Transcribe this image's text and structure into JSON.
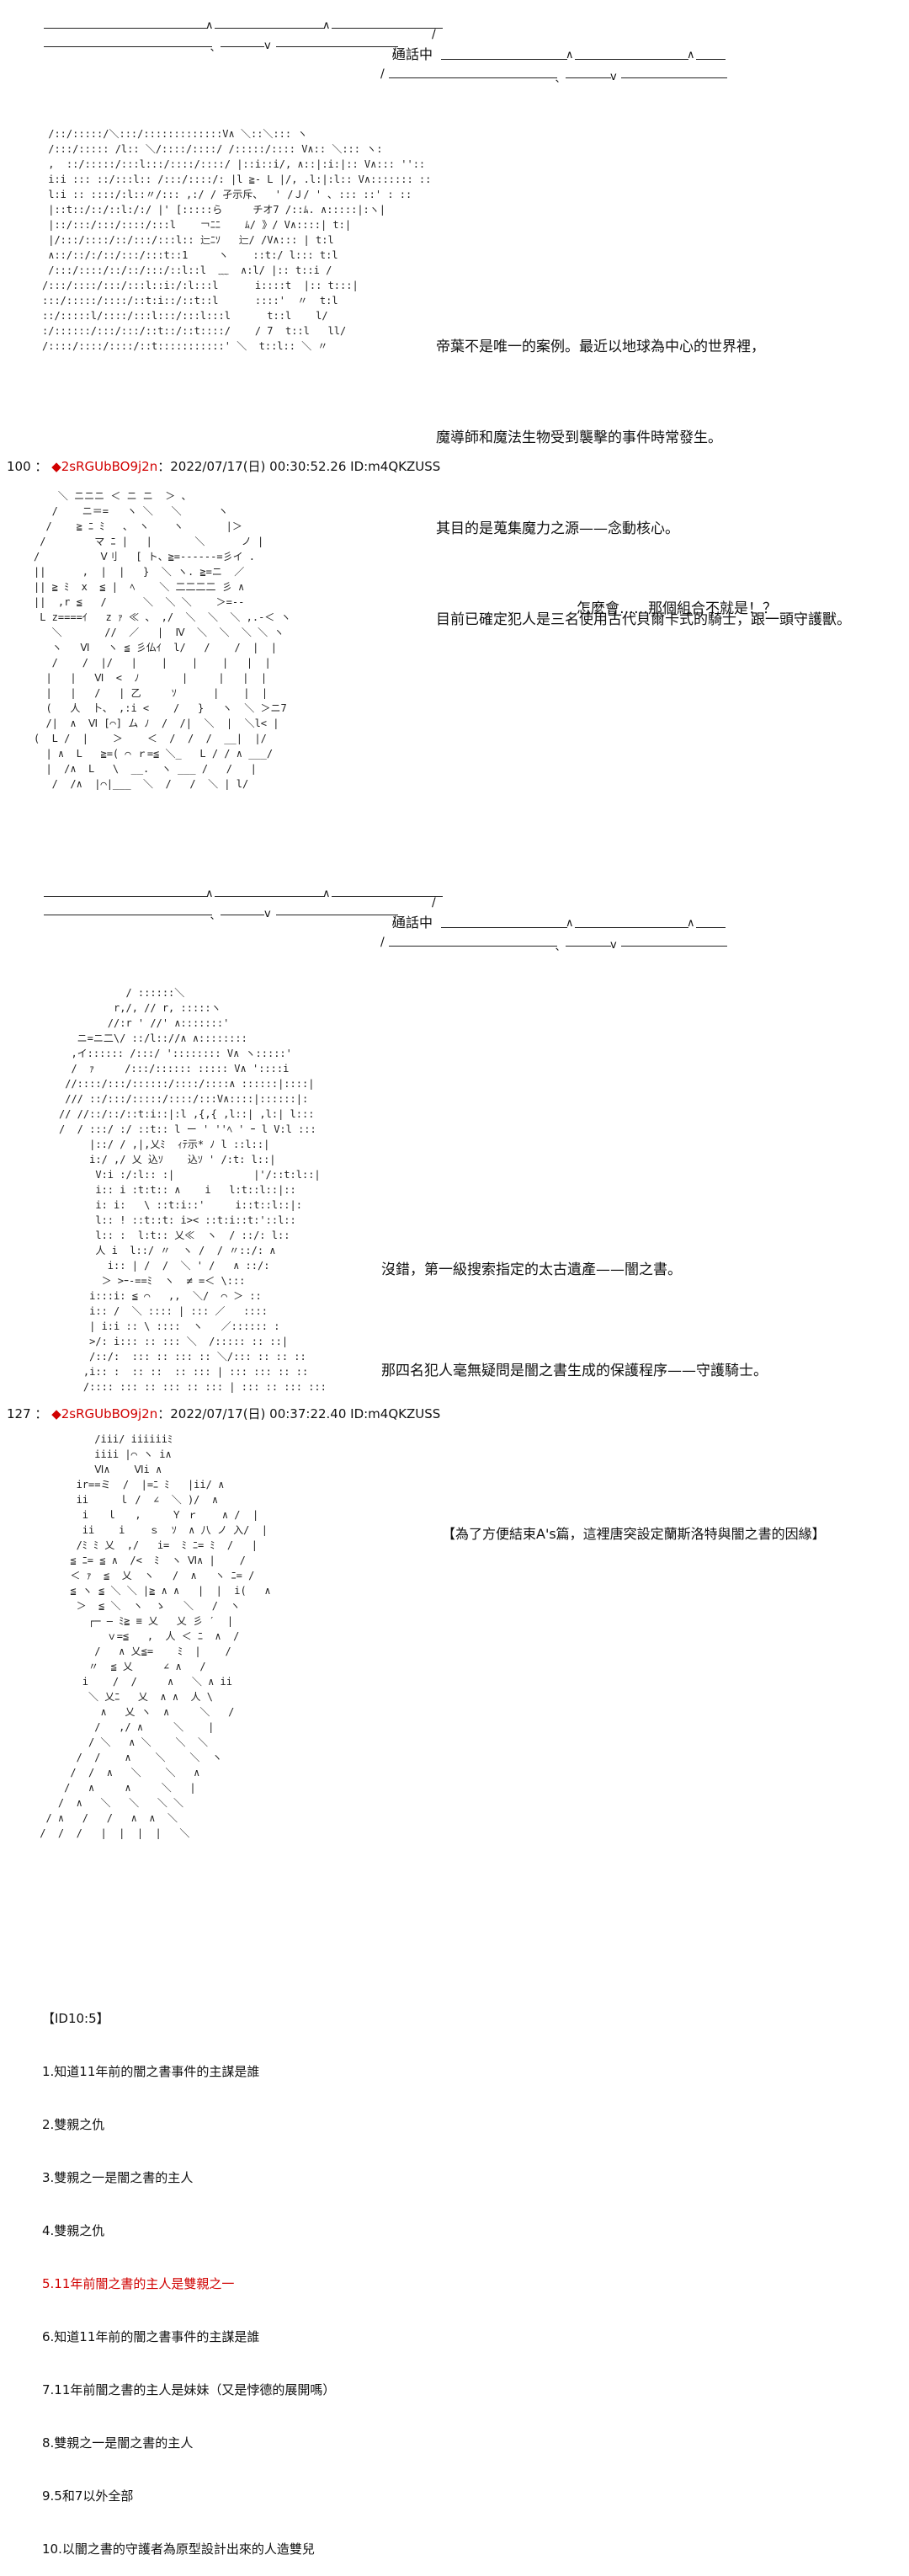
{
  "bubble_label": "通話中",
  "bubble_tick": "v",
  "panel1": {
    "narration": [
      "帝葉不是唯一的案例。最近以地球為中心的世界裡，",
      "魔導師和魔法生物受到襲擊的事件時常發生。",
      "其目的是蒐集魔力之源——念動核心。",
      "目前已確定犯人是三名使用古代貝爾卡式的騎士，跟一頭守護獸。"
    ]
  },
  "post100": {
    "number": "100",
    "name": "◆2sRGUbBO9j2n",
    "rest": "：2022/07/17(日) 00:30:52.26 ID:m4QKZUSS",
    "dialogue": "怎麼會……那個組合不就是！？"
  },
  "panel3": {
    "narration": [
      "沒錯，第一級搜索指定的太古遺產——闇之書。",
      "那四名犯人毫無疑問是闇之書生成的保護程序——守護騎士。"
    ]
  },
  "post127": {
    "number": "127",
    "name": "◆2sRGUbBO9j2n",
    "rest": "：2022/07/17(日) 00:37:22.40 ID:m4QKZUSS",
    "note": "【為了方便結束A's篇，這裡唐突設定蘭斯洛特與闇之書的因緣】"
  },
  "id_list": {
    "header": "【ID10:5】",
    "items": [
      "1.知道11年前的闇之書事件的主謀是誰",
      "2.雙親之仇",
      "3.雙親之一是闇之書的主人",
      "4.雙親之仇",
      "5.11年前闇之書的主人是雙親之一",
      "6.知道11年前的闇之書事件的主謀是誰",
      "7.11年前闇之書的主人是妹妹（又是悖德的展開嗎）",
      "8.雙親之一是闇之書的主人",
      "9.5和7以外全部",
      "10.以闇之書的守護者為原型設計出來的人造雙兒"
    ],
    "highlight_index": 4,
    "highlight_color": "#d10000"
  },
  "aa_art": {
    "panel1": " /::/:::::/＼:::/:::::::::::::V∧ ＼::＼::: ヽ\n /:::/::::: /l:: ＼/::::/::::/ /:::::/:::: V∧:: ＼::: ヽ:\n ,  ::/:::::/:::l:::/::::/::::/ |::i::i/, ∧::|:i:|:: V∧::: '':: ヽヽ\n i:i ::: ::/:::l:: /:::/::::/: |l ≧- L |/, .l:|:l:: V∧::::::: :: i\n l:i :: ::::/:l::〃/::: ,:/ / 孑示斥、  ' /Ｊ/ ' ､ ::: ::' : ::\n |::t::/::/::l:/:/ |' [:::::ら     チオ7 /::ﾑ. ∧:::::|:ヽ|\n |::/:::/:::/::::/:::l    ￢ﾆﾆ    ﾑ/ 》/ V∧::::| t:|\n |/:::/::::/::/:::/:::l:: 辷ﾆｿ   辷/ /V∧::: | t:l\n ∧::/::/:/::/:::/:::t::1     ヽ    ::t:/ l::: t:l\n /:::/::::/::/::/:::/::l::l  ﹏  ∧:l/ |:: t::i /\n/:::/::::/:::/:::l::i:/:l:::l      i::::t  |:: t:::|\n:::/:::::/::::/::t:i::/::t::l      ::::'  〃  t:l\n::/:::::l/::::/:::l:::/:::l:::l      t::l    l/\n:/::::::/:::/:::/::t::/::t::::/    / 7  t::l   ll/\n/::::/::::/::::/::t:::::::::::' ＼  t::l:: ＼ 〃",
    "panel2": "    ＼ ニニニ ＜ ニ ニ  ＞ 、\n   /    ニ＝=   ヽ ＼   ＼      ヽ\n  /    ≧ ﾆ ﾐ   、 ヽ    ヽ       |＞\n /        マ ﾆ |   |       ＼      ノ |\n/          Ⅴ刂   [ ト、≧=------=彡イ .\n||      ,  |  |   }  ＼ ヽ. ≧=ニ  ／\n|| ≧ ﾐ  x  ≦ |  ﾍ    ＼ 二二二二 彡 ∧\n||  ,r ≦   /      ＼  ＼ ＼    ＞=--\n L z====ｲ   z ｧ ≪ 、 ,/  ＼  ＼  ＼ ,.-＜ ヽ\n   ＼       //  ／   |  Ⅳ  ＼  ＼  ＼ ＼ ヽ\n   ヽ   Ⅵ   ヽ ≦ 彡仏ｲ  l/   /    /  |  |\n   /    /  |/   |    |    |    |   |  |\n  |   |   Ⅵ  <  ﾉ       |     |   |  |\n  |   |   /   | 乙     ｿ      |    |  |\n  (   人  卜、 ,:i <    /   }   ヽ  ＼ ＞ニ7\n  /|  ∧  Ⅵ [⌒] ム ﾉ  /  /|  ＼  |  ＼l< |\n(  L /  |    ＞    ＜  /  /  /  __|  |/\n  | ∧  L   ≧=( ⌒ ｒ=≦ ＼_   L / / ∧ ___/\n  |  /∧  L   \\  __.  ヽ ___ /   /   |\n   /  /∧  |⌒|___  ＼  /   /  ＼ | l/",
    "panel3": "           / ::::::＼\n         r,/, // r, :::::ヽ\n        //:r ' //' ∧:::::::'\n   ニ=ニ二\\/ ::/l:://∧ ∧::::::::\n  ,イ:::::: /:::/ ':::::::: V∧ ヽ:::::'\n  /  ｧ     /:::/:::::: ::::: V∧ '::::i\n //::::/:::/::::::/::::/::::∧ ::::::|::::|\n /// ::/:::/:::::/::::/:::V∧::::|::::::|:\n// //::/::/::t:i::|:l ,{,{ ,l::| ,l:| l:::\n/  / :::/ :/ ::t:: l ー ' ''ﾍ ' ｰ l V:l :::\n     |::/ / ,|,乂ﾐ  ｨﾃ示* ﾉ l ::l::|\n     i:/ ,/ 乂 込ｿ    込ｿ ' /:t: l::|\n      V:i :/:l:: :|             |'/::t:l::|\n      i:: i :t:t:: ∧    i   l:t::l::|::\n      i: i:   \\ ::t:i::'     i::t::l::|:\n      l:: ! ::t::t: i>< ::t:i::t:'::l::\n      l:: :  l:t:: 乂≪  ヽ  / ::/: l::\n      人 i  l::/ 〃  ヽ /  / 〃::/: ∧\n        i:: | /  /  ＼ ' /   ∧ ::/:\n       ＞ >ｰ-==ﾐ  ヽ  ≠ =＜ \\:::\n     i:::i: ≦ ⌒   ,,  ＼/  ⌒ ＞ ::\n     i:: /  ＼ :::: | ::: ／   ::::\n     | i:i :: \\ ::::  ヽ   ／:::::: :\n     >/: i::: :: ::: ＼  /::::: :: ::|\n     /::/:  ::: :: ::: :: ＼/::: :: :: ::\n    ,i:: :  :: ::  :: ::: | ::: ::: :: ::\n    /:::: ::: :: ::: :: ::: | ::: :: ::: :::",
    "panel4": "          /iii/ iiiiiiﾐ\n          iiii |⌒ ヽ i∧\n          Ⅵ∧    Ⅵi ∧\n       ir==ミ  /  |=ﾆ ﾐ   |ii/ ∧\n       ii     ｌ /  ∠  ＼ )/  ∧\n        i   ｌ   ,     Ｙ ｒ    ∧ /  |\n        ii    i    ｓ  ｿ  ∧ 八 ノ 入/  |\n       /ﾐ ﾐ 乂  ,/   i=  ﾐ ﾆ= ﾐ  /   |\n      ≦ ﾆ= ≦ ∧  /<  ﾐ  ヽ Ⅵ∧ |    /\n      ＜ ｧ  ≦  乂  ヽ   /  ∧   ヽ ﾆ= /\n      ≦ ヽ ≦ ＼ ＼ |≧ ∧ ∧   |  |  i(   ∧\n       ＞  ≦ ＼  ヽ  ゝ   ＼   /  ヽ\n         ┌─ ― ﾐ≧ ≡ 乂   乂 彡 ′  |\n            ｖ=≦   ,  人 ＜ ﾆ  ∧  /\n          /   ∧ 乂≦=    ﾐ  |    /\n         〃  ≦ 乂     ∠ ∧   /\n        i    /  /     ∧   ＼ ∧ ii\n         ＼ 乂ﾆ   乂  ∧ ∧  人 \\\n           ∧   乂 ヽ  ∧     ＼   /\n          /   ,/ ∧     ＼    |\n         / ＼   ∧ ＼    ＼  ＼\n       /  /    ∧    ＼    ＼  ヽ\n      /  /  ∧   ＼    ＼   ∧\n     /   ∧     ∧     ＼   |\n    /  ∧   ＼   ＼   ＼ ＼\n  / ∧   /   /   ∧  ∧  ＼\n /  /  /   |  |  |  |   ＼"
  }
}
